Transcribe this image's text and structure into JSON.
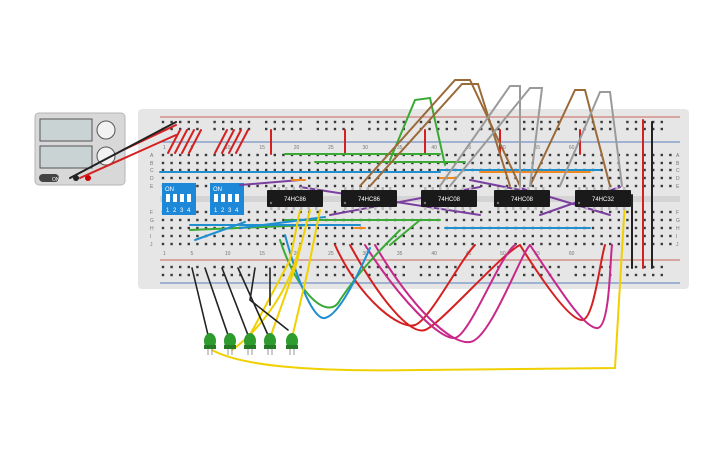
{
  "power_supply": {
    "panel_label": "",
    "on_label": "ON"
  },
  "dip_switches": [
    {
      "on_label": "ON",
      "positions": [
        "1",
        "2",
        "3",
        "4"
      ]
    },
    {
      "on_label": "ON",
      "positions": [
        "1",
        "2",
        "3",
        "4"
      ]
    }
  ],
  "chips": [
    {
      "part": "74HC86"
    },
    {
      "part": "74HC86"
    },
    {
      "part": "74HC08"
    },
    {
      "part": "74HC08"
    },
    {
      "part": "74HC32"
    }
  ],
  "breadboard": {
    "column_numbers_top": [
      "1",
      "5",
      "10",
      "15",
      "20",
      "25",
      "30",
      "35",
      "40",
      "45",
      "50",
      "55",
      "60"
    ],
    "column_numbers_bottom": [
      "1",
      "5",
      "10",
      "15",
      "20",
      "25",
      "30",
      "35",
      "40",
      "45",
      "50",
      "55",
      "60"
    ],
    "row_letters_top": [
      "A",
      "B",
      "C",
      "D",
      "E"
    ],
    "row_letters_bottom": [
      "F",
      "G",
      "H",
      "I",
      "J"
    ]
  },
  "leds": [
    {
      "color": "#2e9b2e"
    },
    {
      "color": "#2e9b2e"
    },
    {
      "color": "#2e9b2e"
    },
    {
      "color": "#2e9b2e"
    },
    {
      "color": "#2e9b2e"
    }
  ],
  "colors": {
    "board": "#e6e6e6",
    "red_wire": "#d42020",
    "black_wire": "#222222",
    "yellow_wire": "#f0d000",
    "green_wire": "#3aaa35",
    "blue_wire": "#1f8fd0",
    "brown_wire": "#9a6a3a",
    "gray_wire": "#9a9a9a",
    "purple_wire": "#7b3fa0",
    "magenta_wire": "#c8288a",
    "orange_wire": "#f08a20",
    "dip_blue": "#1e88d8"
  }
}
